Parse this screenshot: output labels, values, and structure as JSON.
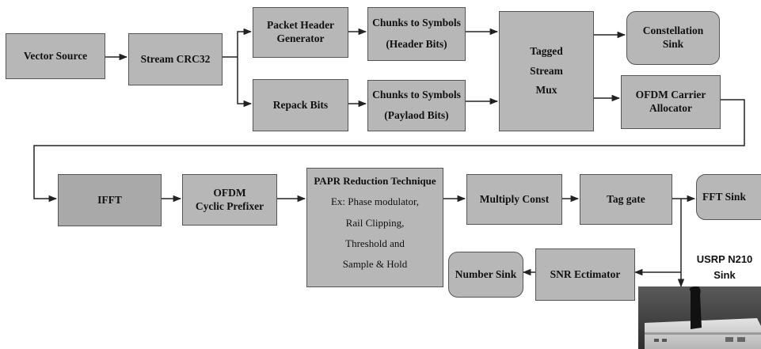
{
  "blocks": {
    "vector_source": [
      "Vector Source"
    ],
    "stream_crc32": [
      "Stream CRC32"
    ],
    "packet_header_generator": [
      "Packet Header",
      "Generator"
    ],
    "repack_bits": [
      "Repack Bits"
    ],
    "chunks_header": [
      "Chunks to Symbols",
      "(Header Bits)"
    ],
    "chunks_payload": [
      "Chunks to Symbols",
      "(Paylaod Bits)"
    ],
    "tagged_stream_mux": [
      "Tagged",
      "Stream",
      "Mux"
    ],
    "constellation_sink": [
      "Constellation",
      "Sink"
    ],
    "ofdm_carrier_allocator": [
      "OFDM Carrier",
      "Allocator"
    ],
    "ifft": [
      "IFFT"
    ],
    "ofdm_cyclic_prefixer": [
      "OFDM",
      "Cyclic Prefixer"
    ],
    "papr": {
      "title": "PAPR Reduction Technique",
      "lines": [
        "Ex: Phase modulator,",
        "Rail Clipping,",
        "Threshold and",
        "Sample & Hold"
      ]
    },
    "multiply_const": [
      "Multiply Const"
    ],
    "tag_gate": [
      "Tag gate"
    ],
    "fft_sink": [
      "FFT Sink"
    ],
    "snr_estimator": [
      "SNR Ectimator"
    ],
    "number_sink": [
      "Number Sink"
    ]
  },
  "usrp": [
    "USRP N210",
    "Sink"
  ],
  "colors": {
    "block_fill": "#b7b7b7",
    "block_border": "#555555",
    "wire": "#222222"
  }
}
